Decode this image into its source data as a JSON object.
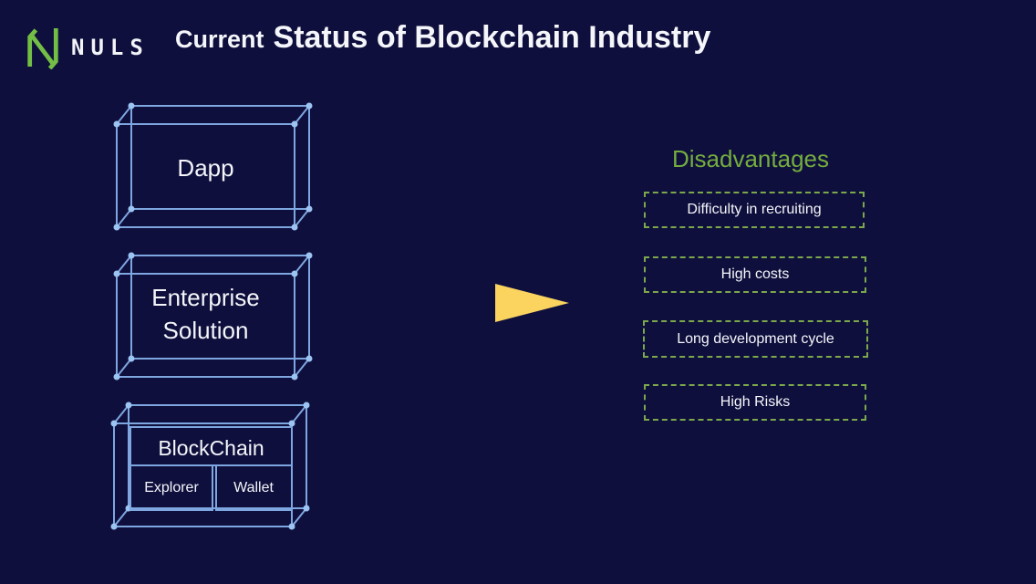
{
  "header": {
    "logo": {
      "brand": "NULS",
      "icon": "nuls-n-logo-icon",
      "logo_green": "#73be45"
    },
    "title": {
      "prefix": "Current",
      "main": "Status of Blockchain Industry"
    }
  },
  "diagram": {
    "line_color": "#7ea6e0",
    "corner_dot_color": "#9cc4f2",
    "boxes": [
      {
        "label": "Dapp"
      },
      {
        "label": "Enterprise Solution"
      },
      {
        "label": "BlockChain",
        "children": [
          "Explorer",
          "Wallet"
        ]
      }
    ],
    "arrow": {
      "icon": "right-arrow-icon",
      "direction": "right",
      "color": "#fbd45f"
    }
  },
  "disadvantages": {
    "heading": "Disadvantages",
    "heading_color": "#74ad3e",
    "border_color": "#7ba84b",
    "items": [
      "Difficulty in recruiting",
      "High costs",
      "Long development cycle",
      "High Risks"
    ]
  },
  "page": {
    "background": "#0f0f3d"
  }
}
